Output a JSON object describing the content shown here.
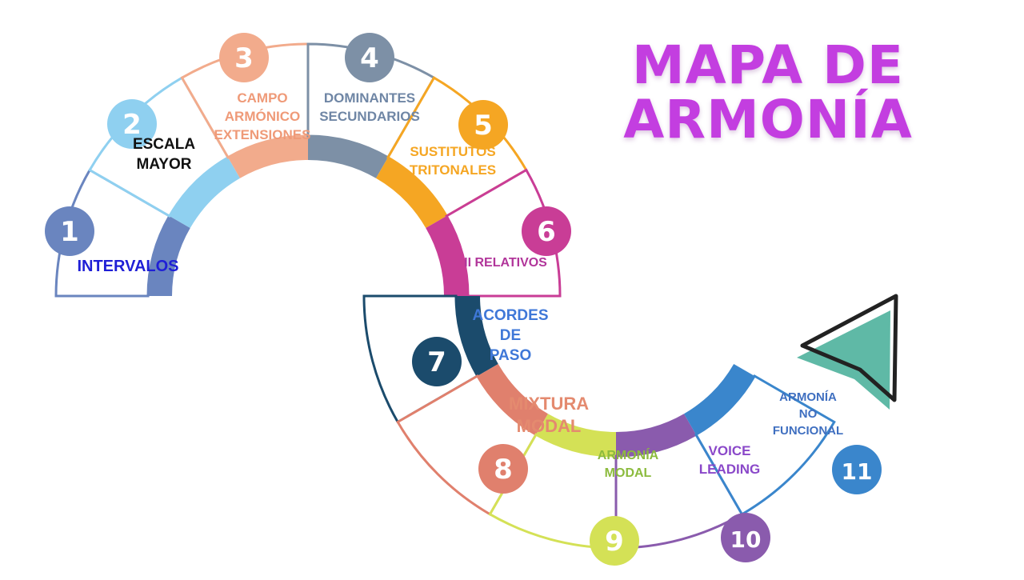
{
  "title": {
    "line1": "MAPA DE",
    "line2": "ARMONÍA"
  },
  "steps": [
    {
      "number": "1",
      "label": [
        "INTERVALOS"
      ],
      "color": "#6a85bf",
      "text_color": "#1f1fd6"
    },
    {
      "number": "2",
      "label": [
        "ESCALA",
        "MAYOR"
      ],
      "color": "#8fd0f0",
      "text_color": "#111111"
    },
    {
      "number": "3",
      "label": [
        "CAMPO",
        "ARMÓNICO",
        "EXTENSIONES"
      ],
      "color": "#f2ab8c",
      "text_color": "#ef9a78"
    },
    {
      "number": "4",
      "label": [
        "DOMINANTES",
        "SECUNDARIOS"
      ],
      "color": "#7d90a6",
      "text_color": "#6f86a5"
    },
    {
      "number": "5",
      "label": [
        "SUSTITUTOS",
        "TRITONALES"
      ],
      "color": "#f5a623",
      "text_color": "#f5a623"
    },
    {
      "number": "6",
      "label": [
        "II RELATIVOS"
      ],
      "color": "#c93d96",
      "text_color": "#b1359a"
    },
    {
      "number": "7",
      "label": [
        "ACORDES",
        "DE",
        "PASO"
      ],
      "color": "#1b4b6c",
      "text_color": "#3f78d8"
    },
    {
      "number": "8",
      "label": [
        "MIXTURA",
        "MODAL"
      ],
      "color": "#e0806d",
      "text_color": "#e48a6f"
    },
    {
      "number": "9",
      "label": [
        "ARMONÍA",
        "MODAL"
      ],
      "color": "#d4e156",
      "text_color": "#8cbb3e"
    },
    {
      "number": "10",
      "label": [
        "VOICE",
        "LEADING"
      ],
      "color": "#8a5bad",
      "text_color": "#8a48c9"
    },
    {
      "number": "11",
      "label": [
        "ARMONÍA",
        "NO",
        "FUNCIONAL"
      ],
      "color": "#3a86cc",
      "text_color": "#3f6fc0"
    }
  ],
  "arrow_color": "#5fb9a6"
}
